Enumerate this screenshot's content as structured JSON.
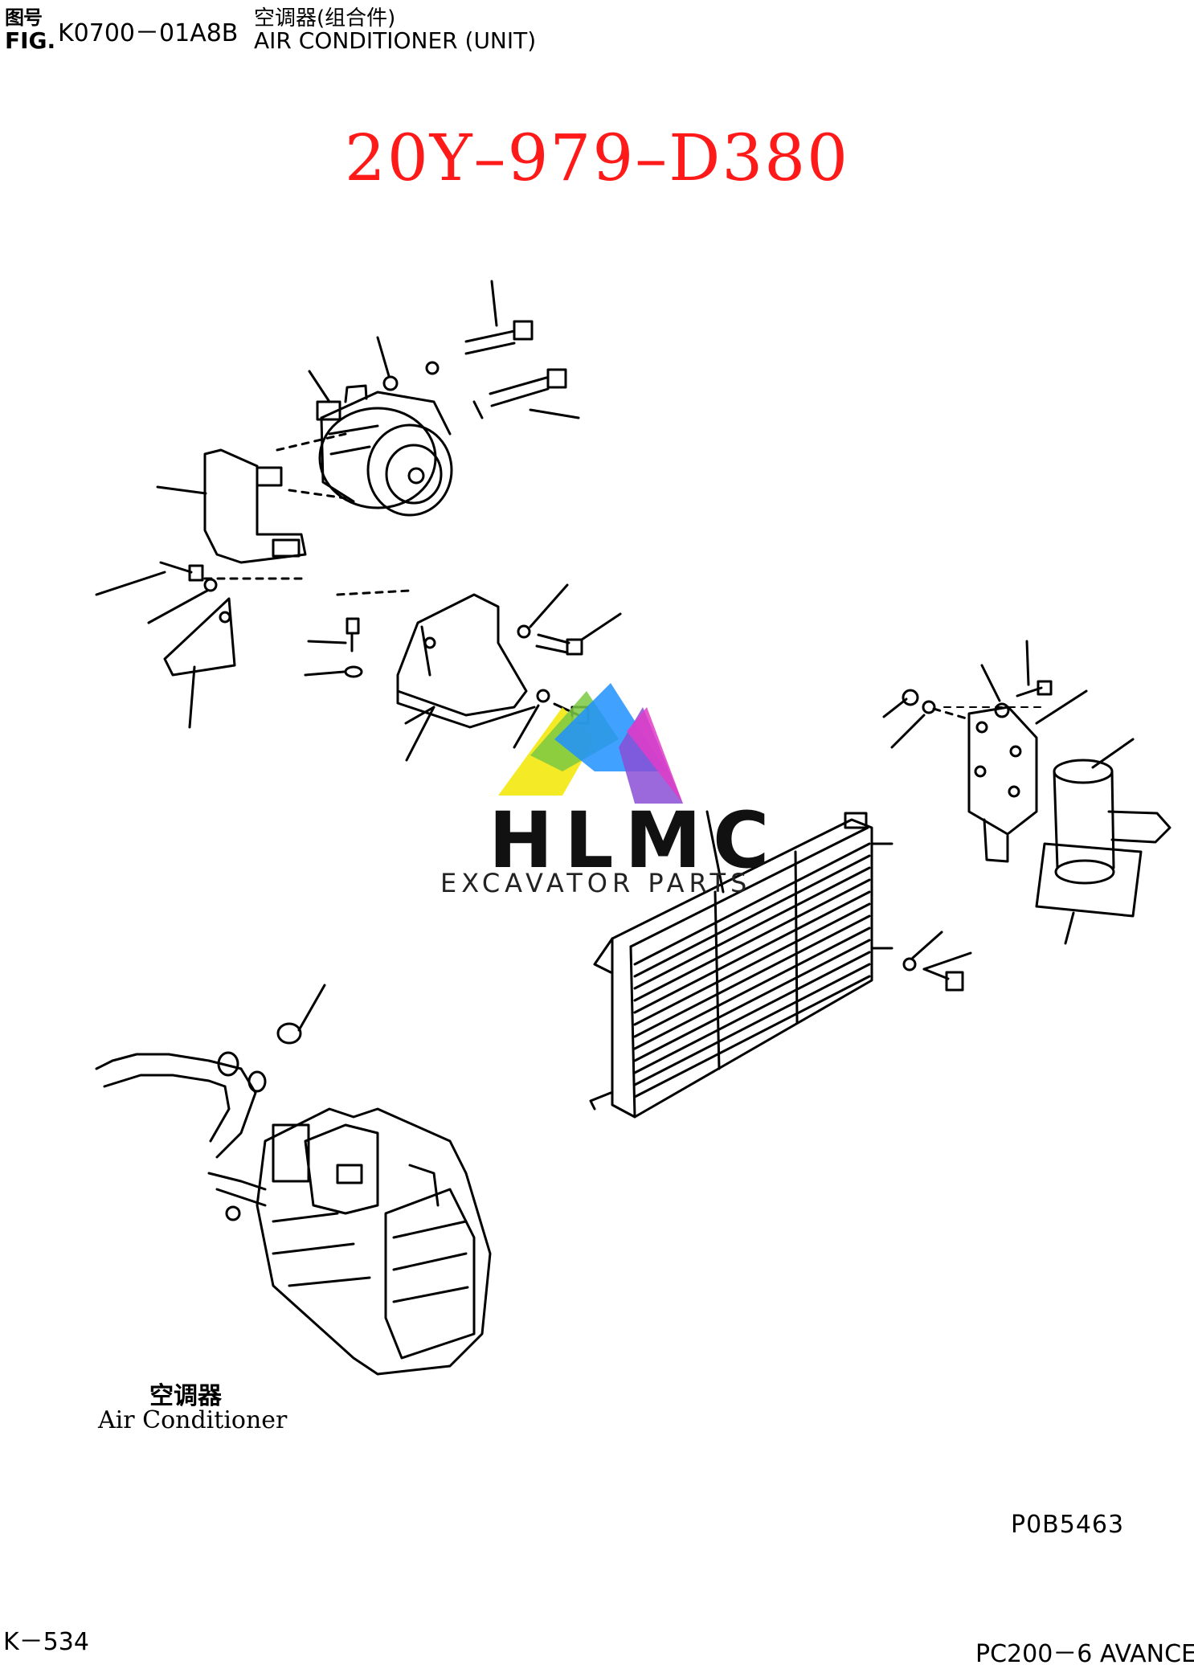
{
  "header": {
    "figure_label_zh": "图号",
    "figure_label": "FIG.",
    "figure_code": "K0700－01A8B",
    "title_zh": "空调器(组合件)",
    "title_en": "AIR CONDITIONER (UNIT)"
  },
  "part_number": "20Y–979–D380",
  "watermark": {
    "title": "HLMC",
    "subtitle": "EXCAVATOR PARTS"
  },
  "assembly_label": {
    "zh": "空调器",
    "en": "Air Conditioner"
  },
  "footer": {
    "reference": "P0B5463",
    "page": "K－534",
    "model": "PC200－6 AVANCE"
  },
  "colors": {
    "part_number": "#ff1a1a",
    "logo_yellow": "#f2e600",
    "logo_green": "#7ac943",
    "logo_blue": "#1e90ff",
    "logo_magenta": "#e13dc8",
    "logo_purple": "#8a4fd6"
  }
}
